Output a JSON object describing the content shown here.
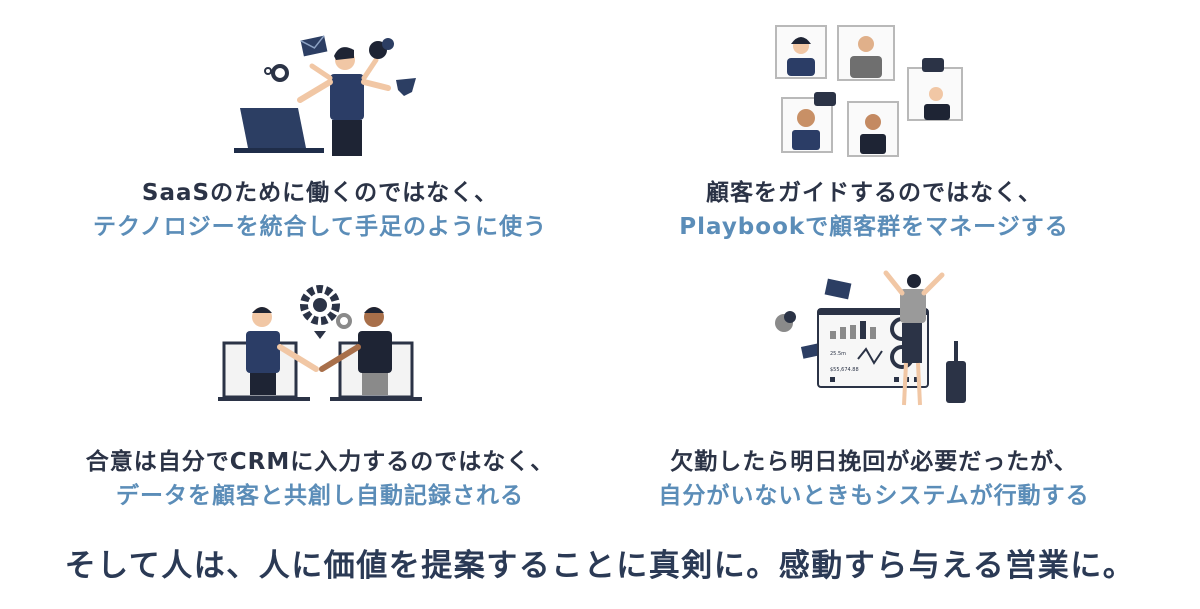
{
  "panels": [
    {
      "line1": "SaaSのために働くのではなく、",
      "line2": "テクノロジーを統合して手足のように使う",
      "illustration_icon": "multitasking-person-icon"
    },
    {
      "line1": "顧客をガイドするのではなく、",
      "line2": "Playbookで顧客群をマネージする",
      "illustration_icon": "video-call-customers-icon"
    },
    {
      "line1": "合意は自分でCRMに入力するのではなく、",
      "line2": "データを顧客と共創し自動記録される",
      "illustration_icon": "handshake-laptops-icon"
    },
    {
      "line1": "欠勤したら明日挽回が必要だったが、",
      "line2": "自分がいないときもシステムが行動する",
      "illustration_icon": "dashboard-traveler-icon"
    }
  ],
  "dashboard_values": {
    "small_label": "25.5m",
    "total": "$55,674.88"
  },
  "tagline": "そして人は、人に価値を提案することに真剣に。感動すら与える営業に。",
  "colors": {
    "navy": "#2b3346",
    "accent_blue": "#5b8db8",
    "tagline": "#2b3a55"
  }
}
